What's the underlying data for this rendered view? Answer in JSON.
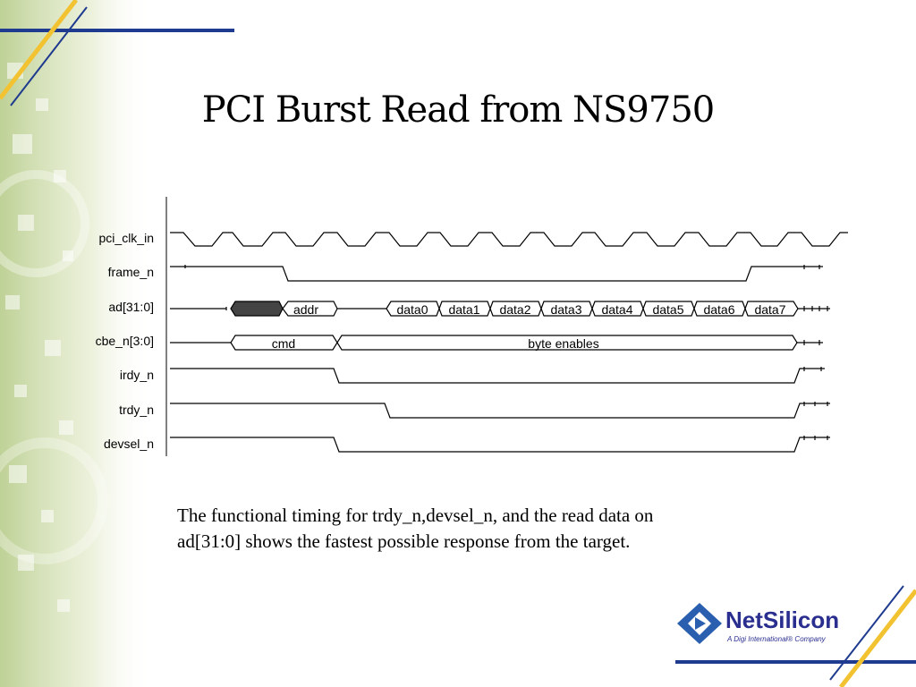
{
  "slide": {
    "title": "PCI Burst Read from NS9750",
    "caption_line1": "The functional timing for trdy_n,devsel_n, and the read data on",
    "caption_line2": "ad[31:0] shows the fastest possible response from the target."
  },
  "signals": [
    {
      "id": "pci_clk_in",
      "label": "pci_clk_in"
    },
    {
      "id": "frame_n",
      "label": "frame_n"
    },
    {
      "id": "ad",
      "label": "ad[31:0]"
    },
    {
      "id": "cbe_n",
      "label": "cbe_n[3:0]"
    },
    {
      "id": "irdy_n",
      "label": "irdy_n"
    },
    {
      "id": "trdy_n",
      "label": "trdy_n"
    },
    {
      "id": "devsel_n",
      "label": "devsel_n"
    }
  ],
  "bus_values": {
    "ad": [
      "addr",
      "data0",
      "data1",
      "data2",
      "data3",
      "data4",
      "data5",
      "data6",
      "data7"
    ],
    "cbe_n": [
      "cmd",
      "byte enables"
    ]
  },
  "logo": {
    "name": "NetSilicon",
    "tagline": "A Digi International® Company"
  },
  "colors": {
    "accent_blue": "#1f3b8f",
    "accent_yellow": "#f2c230",
    "logo_blue": "#2a5fb0",
    "background_green": "#c9d9a0"
  }
}
